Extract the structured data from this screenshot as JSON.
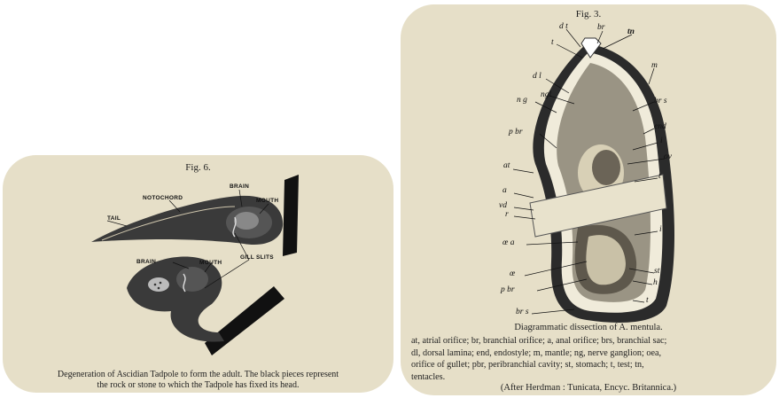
{
  "fig6": {
    "title": "Fig. 6.",
    "labels": {
      "notochord": "NOTOCHORD",
      "brain_top": "BRAIN",
      "mouth_top": "MOUTH",
      "tail": "TAIL",
      "brain_bottom": "BRAIN",
      "mouth_bottom": "MOUTH",
      "gill_slits": "GILL SLITS"
    },
    "caption_line1": "Degeneration of Ascidian Tadpole to form the adult.  The black pieces represent",
    "caption_line2": "the rock or stone to which the Tadpole has fixed its head."
  },
  "fig3": {
    "title": "Fig. 3.",
    "labels": {
      "dt": "d t",
      "br": "br",
      "tn": "tn",
      "t_top": "t",
      "m": "m",
      "dl": "d l",
      "ng": "n g",
      "ngt": "ngl",
      "brs_right": "br s",
      "end": "end",
      "pbr_left": "p br",
      "i_top": "i",
      "ov": "ov",
      "at": "at",
      "t_mid": "t",
      "a": "a",
      "vd": "vd",
      "r": "r",
      "i_mid": "i",
      "oea": "œ a",
      "oe": "œ",
      "st": "st",
      "pbr_bottom": "p br",
      "h": "h",
      "t_bottom": "t",
      "brs_bottom": "br s"
    },
    "caption": "Diagrammatic dissection of A. mentula.",
    "legend": [
      "at, atrial orifice;  br, branchial orifice;  a, anal orifice;  brs, branchial sac;",
      "dl, dorsal lamina;  end, endostyle;  m, mantle;  ng, nerve ganglion;  oea,",
      "orifice of gullet;  pbr, peribranchial cavity;  st, stomach;  t, test;  tn,",
      "tentacles."
    ],
    "credit": "(After Herdman : Tunicata, Encyc. Britannica.)"
  }
}
